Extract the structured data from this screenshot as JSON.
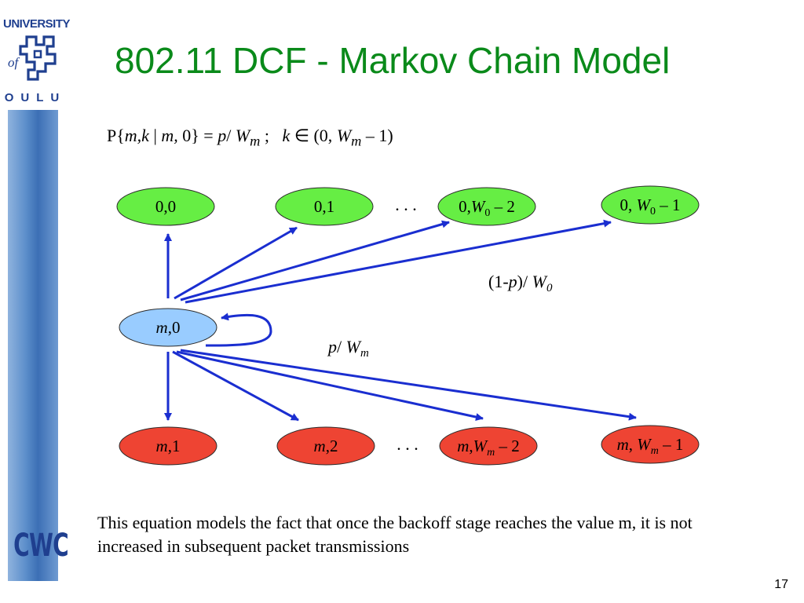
{
  "title": "802.11 DCF - Markov Chain Model",
  "equation": "P{m,k | m, 0} = p/ W_m ;  k ∈ (0, W_m – 1)",
  "logo": {
    "top": "UNIVERSITY",
    "middle": "of",
    "bottom": "OULU",
    "brand": "CWC"
  },
  "nodes": {
    "top": [
      "0,0",
      "0,1",
      "0,W0 – 2",
      "0, W0 – 1"
    ],
    "middle": "m,0",
    "bottom": [
      "m,1",
      "m,2",
      "m,Wm – 2",
      "m, Wm – 1"
    ]
  },
  "ellipsis": ". . .",
  "labels": {
    "upper": "(1-p)/ W0",
    "lower": "p/ Wm"
  },
  "colors": {
    "top_nodes": "#66ee44",
    "middle_node": "#99ccff",
    "bottom_nodes": "#ee4433",
    "arrows": "#1a2ed0",
    "title": "#0a8a1a"
  },
  "footnote": "This equation models the fact that once the backoff stage reaches the value m, it is not increased in subsequent packet transmissions",
  "page_number": "17"
}
